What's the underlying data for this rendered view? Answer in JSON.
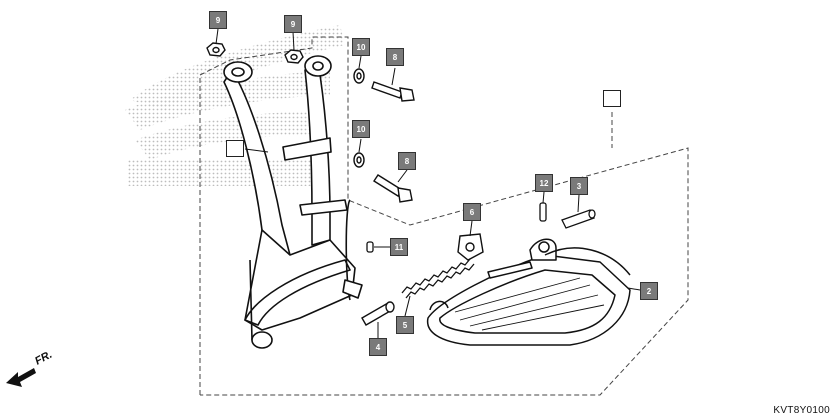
{
  "diagram": {
    "code": "KVT8Y0100",
    "direction_label": "FR.",
    "watermark_text": "HONDA",
    "callouts": [
      "9",
      "9",
      "10",
      "8",
      "10",
      "8",
      "11",
      "6",
      "12",
      "3",
      "2",
      "5",
      "4"
    ]
  },
  "colors": {
    "callout_fill": "#7a7a7a",
    "line": "#111111",
    "dashed": "#444444",
    "watermark": "#c9c9c9"
  }
}
